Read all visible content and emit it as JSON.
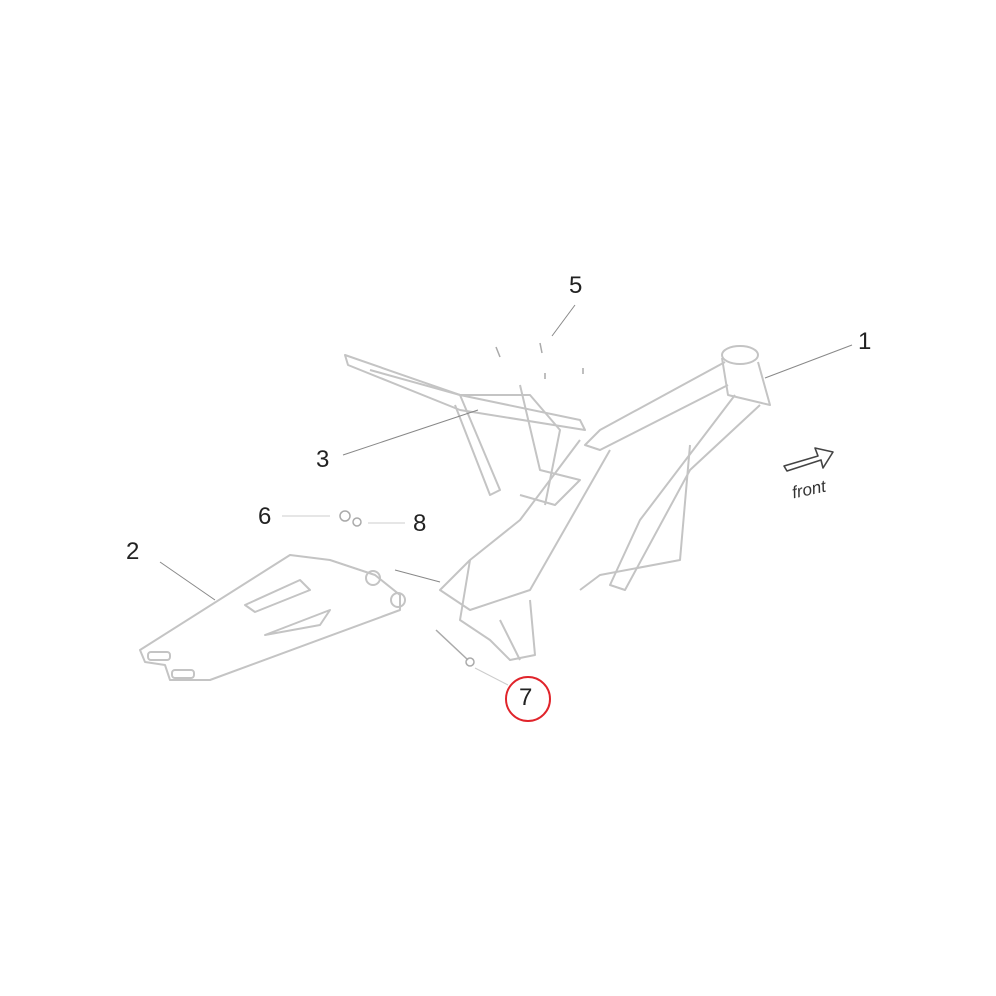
{
  "diagram": {
    "callouts": [
      {
        "id": "1",
        "label": "1",
        "part": "main-frame"
      },
      {
        "id": "2",
        "label": "2",
        "part": "swingarm"
      },
      {
        "id": "3",
        "label": "3",
        "part": "rear-subframe"
      },
      {
        "id": "5",
        "label": "5",
        "part": "bolts"
      },
      {
        "id": "6",
        "label": "6",
        "part": "washer"
      },
      {
        "id": "7",
        "label": "7",
        "part": "pivot-axle",
        "highlighted": true
      },
      {
        "id": "8",
        "label": "8",
        "part": "nut"
      }
    ],
    "direction_label": "front",
    "highlight_color": "#e0242b",
    "line_color": "#bdbdbd"
  }
}
